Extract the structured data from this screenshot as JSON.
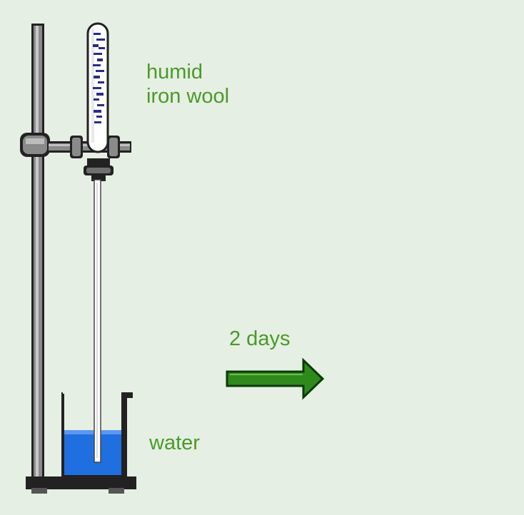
{
  "labels": {
    "iron_wool_line1": "humid",
    "iron_wool_line2": "iron wool",
    "duration": "2 days",
    "water": "water"
  },
  "colors": {
    "background": "#e6efe3",
    "label_text": "#4a9a2a",
    "arrow_fill": "#2f8a1c",
    "arrow_outline": "#0c3a08",
    "water": "#1f6fe0",
    "apparatus_metal": "#7f7f7f",
    "apparatus_dark": "#222222"
  }
}
